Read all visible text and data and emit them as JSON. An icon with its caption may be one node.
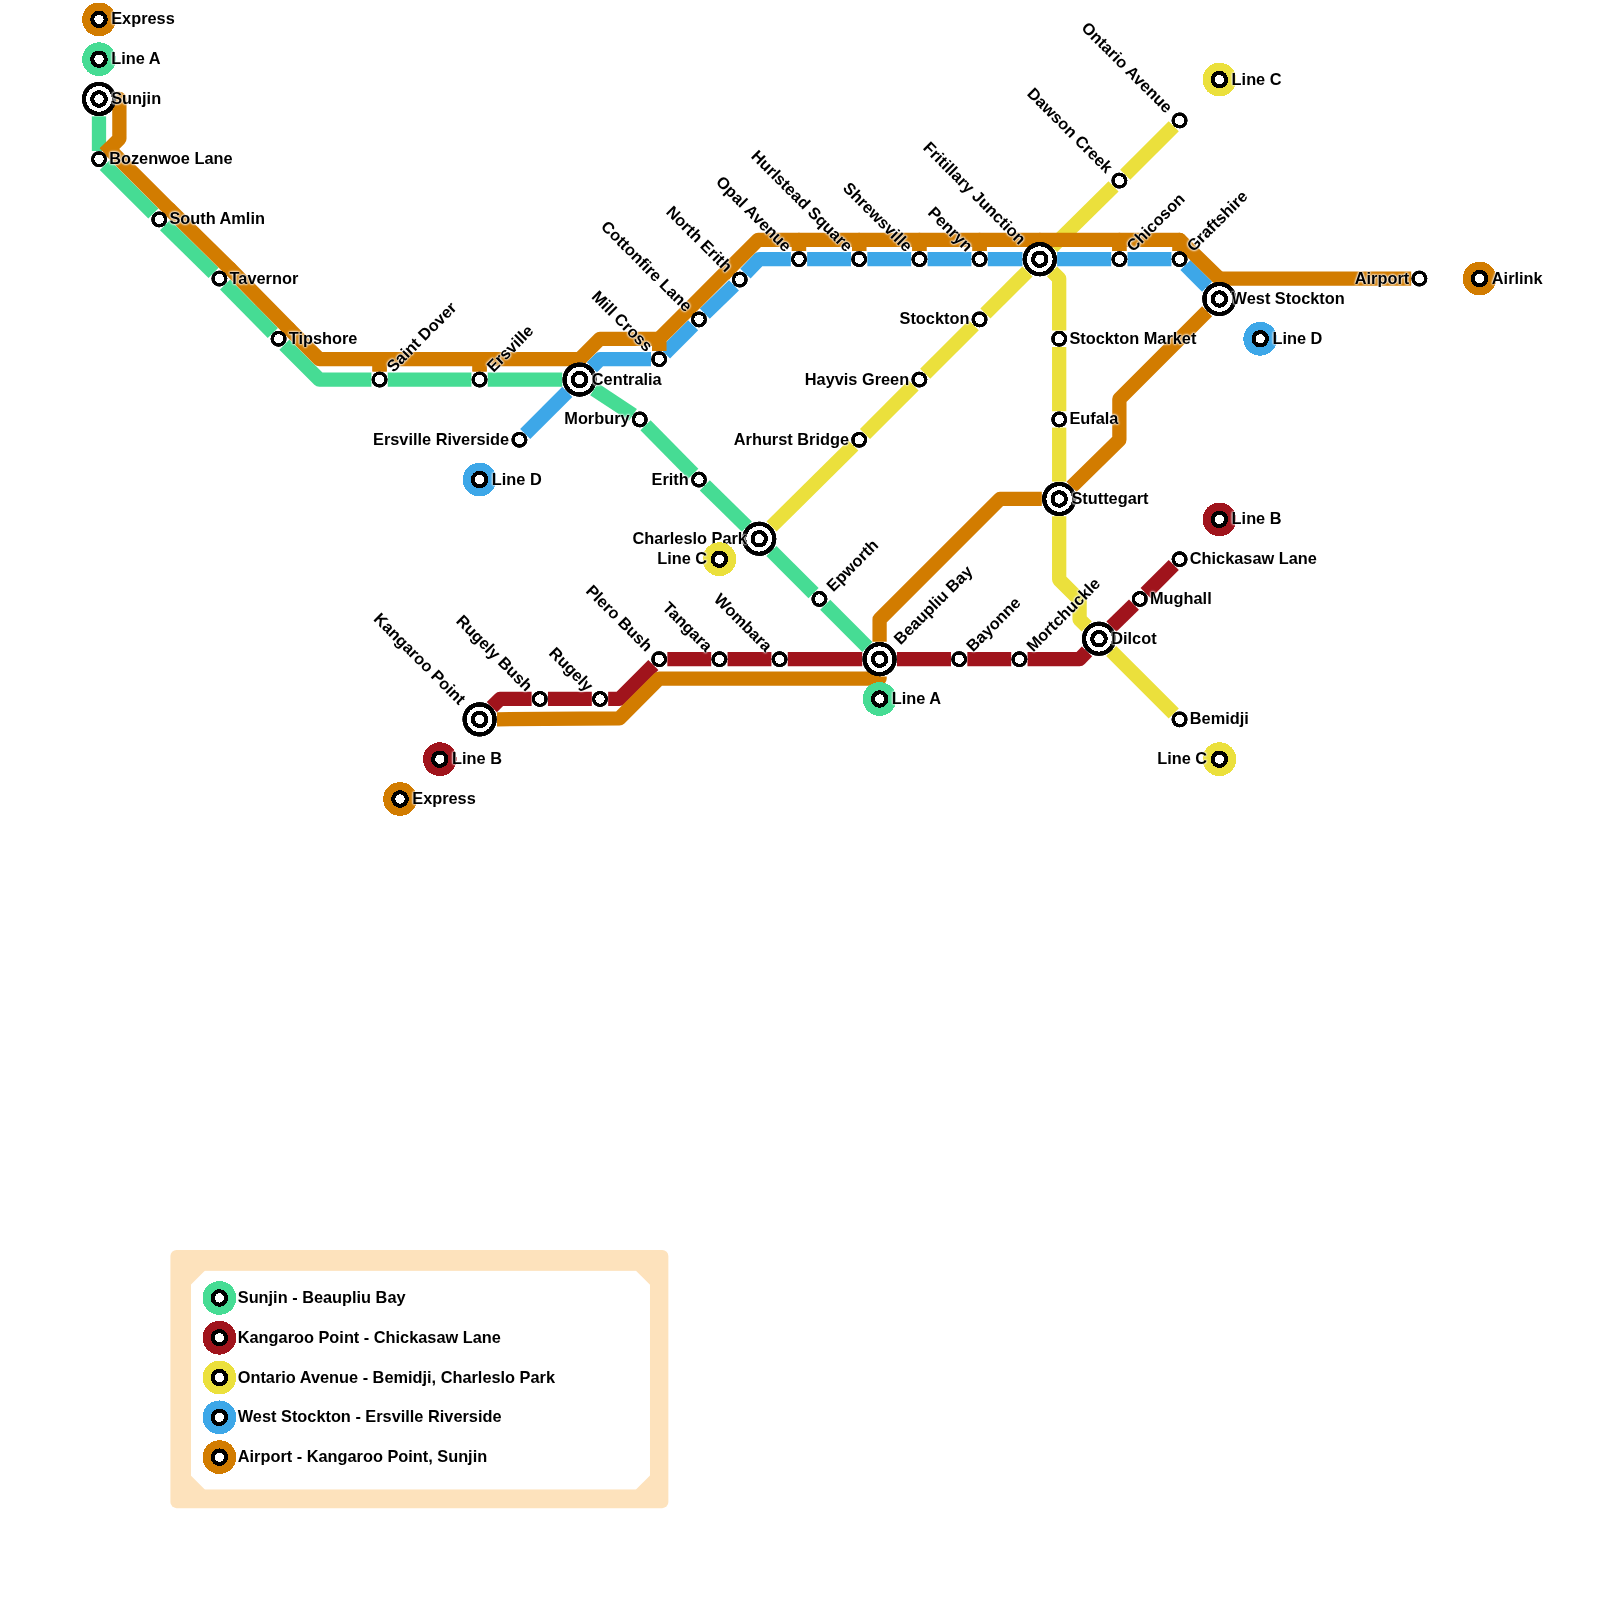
{
  "diagram": {
    "nodes": [
      {
        "text": [
          "Express"
        ]
      },
      {
        "text": [
          "Line A"
        ]
      },
      {
        "text": [
          "Sunjin"
        ]
      },
      {
        "text": [
          "Bozenwoe Lane"
        ]
      },
      {
        "text": [
          "South Amlin"
        ]
      },
      {
        "text": [
          "Tavernor"
        ]
      },
      {
        "text": [
          "Tipshore"
        ]
      },
      {
        "text": [
          "Saint Dover"
        ]
      },
      {
        "text": [
          "Ersville"
        ]
      },
      {
        "text": [
          "Centralia"
        ]
      },
      {
        "text": [
          "Ersville Riverside"
        ]
      },
      {
        "text": [
          "Line D"
        ]
      },
      {
        "text": [
          "Morbury"
        ]
      },
      {
        "text": [
          "Erith"
        ]
      },
      {
        "text": [
          "Charleslo Park"
        ]
      },
      {
        "text": [
          "Line C"
        ]
      },
      {
        "text": [
          "Epworth"
        ]
      },
      {
        "text": [
          "Beaupliu Bay"
        ]
      },
      {
        "text": [
          "Line A"
        ]
      },
      {
        "text": [
          "Mill Cross"
        ]
      },
      {
        "text": [
          "Cottonfire Lane"
        ]
      },
      {
        "text": [
          "North Erith"
        ]
      },
      {
        "text": [
          "Opal Avenue"
        ]
      },
      {
        "text": [
          "Hurlstead Square"
        ]
      },
      {
        "text": [
          "Shrewsville"
        ]
      },
      {
        "text": [
          "Penryn"
        ]
      },
      {
        "text": [
          "Fritillary Junction"
        ]
      },
      {
        "text": [
          "Chicoson"
        ]
      },
      {
        "text": [
          "Graftshire"
        ]
      },
      {
        "text": [
          "West Stockton"
        ]
      },
      {
        "text": [
          "Line D"
        ]
      },
      {
        "text": [
          "Airport"
        ]
      },
      {
        "text": [
          "Airlink"
        ]
      },
      {
        "text": [
          "Ontario Avenue"
        ]
      },
      {
        "text": [
          "Line C"
        ]
      },
      {
        "text": [
          "Dawson Creek"
        ]
      },
      {
        "text": [
          "Stockton"
        ]
      },
      {
        "text": [
          "Hayvis Green"
        ]
      },
      {
        "text": [
          "Arhurst Bridge"
        ]
      },
      {
        "text": [
          "Stockton Market"
        ]
      },
      {
        "text": [
          "Eufala"
        ]
      },
      {
        "text": [
          "Stuttegart"
        ]
      },
      {
        "text": [
          "Dilcot"
        ]
      },
      {
        "text": [
          "Bemidji"
        ]
      },
      {
        "text": [
          "Line C"
        ]
      },
      {
        "text": [
          "Mortchuckle"
        ]
      },
      {
        "text": [
          "Bayonne"
        ]
      },
      {
        "text": [
          "Mughall"
        ]
      },
      {
        "text": [
          "Chickasaw Lane"
        ]
      },
      {
        "text": [
          "Line B"
        ]
      },
      {
        "text": [
          "Kangaroo Point"
        ]
      },
      {
        "text": [
          "Line B"
        ]
      },
      {
        "text": [
          "Express"
        ]
      },
      {
        "text": [
          "Rugely Bush"
        ]
      },
      {
        "text": [
          "Rugely"
        ]
      },
      {
        "text": [
          "Plero Bush"
        ]
      },
      {
        "text": [
          "Tangara"
        ]
      },
      {
        "text": [
          "Wombara"
        ]
      }
    ],
    "edges": [
      {
        "from": 2,
        "to": 3,
        "arrow": "none",
        "color": "#46dc94"
      },
      {
        "from": 3,
        "to": 4,
        "arrow": "none",
        "color": "#46dc94"
      },
      {
        "from": 4,
        "to": 5,
        "arrow": "none",
        "color": "#46dc94"
      },
      {
        "from": 5,
        "to": 6,
        "arrow": "none",
        "color": "#46dc94"
      },
      {
        "from": 6,
        "to": 7,
        "arrow": "none",
        "color": "#46dc94"
      },
      {
        "from": 7,
        "to": 8,
        "arrow": "none",
        "color": "#46dc94"
      },
      {
        "from": 8,
        "to": 9,
        "arrow": "none",
        "color": "#46dc94"
      },
      {
        "from": 9,
        "to": 12,
        "arrow": "none",
        "color": "#46dc94"
      },
      {
        "from": 12,
        "to": 13,
        "arrow": "none",
        "color": "#46dc94"
      },
      {
        "from": 13,
        "to": 14,
        "arrow": "none",
        "color": "#46dc94"
      },
      {
        "from": 14,
        "to": 16,
        "arrow": "none",
        "color": "#46dc94"
      },
      {
        "from": 16,
        "to": 17,
        "arrow": "none",
        "color": "#46dc94"
      },
      {
        "from": 50,
        "to": 53,
        "arrow": "none",
        "color": "#a0141c"
      },
      {
        "from": 53,
        "to": 54,
        "arrow": "none",
        "color": "#a0141c"
      },
      {
        "from": 54,
        "to": 55,
        "arrow": "none",
        "color": "#a0141c"
      },
      {
        "from": 55,
        "to": 56,
        "arrow": "none",
        "color": "#a0141c"
      },
      {
        "from": 56,
        "to": 57,
        "arrow": "none",
        "color": "#a0141c"
      },
      {
        "from": 57,
        "to": 17,
        "arrow": "none",
        "color": "#a0141c"
      },
      {
        "from": 17,
        "to": 46,
        "arrow": "none",
        "color": "#a0141c"
      },
      {
        "from": 46,
        "to": 45,
        "arrow": "none",
        "color": "#a0141c"
      },
      {
        "from": 45,
        "to": 42,
        "arrow": "none",
        "color": "#a0141c"
      },
      {
        "from": 42,
        "to": 47,
        "arrow": "none",
        "color": "#a0141c"
      },
      {
        "from": 47,
        "to": 48,
        "arrow": "none",
        "color": "#a0141c"
      },
      {
        "from": 33,
        "to": 35,
        "arrow": "none",
        "color": "#ebe03c"
      },
      {
        "from": 35,
        "to": 26,
        "arrow": "none",
        "color": "#ebe03c"
      },
      {
        "from": 26,
        "to": 36,
        "arrow": "none",
        "color": "#ebe03c"
      },
      {
        "from": 36,
        "to": 37,
        "arrow": "none",
        "color": "#ebe03c"
      },
      {
        "from": 37,
        "to": 38,
        "arrow": "none",
        "color": "#ebe03c"
      },
      {
        "from": 38,
        "to": 14,
        "arrow": "none",
        "color": "#ebe03c"
      },
      {
        "from": 26,
        "to": 39,
        "arrow": "none",
        "color": "#ebe03c"
      },
      {
        "from": 39,
        "to": 40,
        "arrow": "none",
        "color": "#ebe03c"
      },
      {
        "from": 40,
        "to": 41,
        "arrow": "none",
        "color": "#ebe03c"
      },
      {
        "from": 41,
        "to": 42,
        "arrow": "none",
        "color": "#ebe03c"
      },
      {
        "from": 42,
        "to": 43,
        "arrow": "none",
        "color": "#ebe03c"
      },
      {
        "from": 29,
        "to": 28,
        "arrow": "none",
        "color": "#3da7e8"
      },
      {
        "from": 28,
        "to": 27,
        "arrow": "none",
        "color": "#3da7e8"
      },
      {
        "from": 27,
        "to": 26,
        "arrow": "none",
        "color": "#3da7e8"
      },
      {
        "from": 26,
        "to": 25,
        "arrow": "none",
        "color": "#3da7e8"
      },
      {
        "from": 25,
        "to": 24,
        "arrow": "none",
        "color": "#3da7e8"
      },
      {
        "from": 24,
        "to": 23,
        "arrow": "none",
        "color": "#3da7e8"
      },
      {
        "from": 23,
        "to": 22,
        "arrow": "none",
        "color": "#3da7e8"
      },
      {
        "from": 22,
        "to": 21,
        "arrow": "none",
        "color": "#3da7e8"
      },
      {
        "from": 21,
        "to": 20,
        "arrow": "none",
        "color": "#3da7e8"
      },
      {
        "from": 20,
        "to": 19,
        "arrow": "none",
        "color": "#3da7e8"
      },
      {
        "from": 19,
        "to": 9,
        "arrow": "none",
        "color": "#3da7e8"
      },
      {
        "from": 9,
        "to": 10,
        "arrow": "none",
        "color": "#3da7e8"
      },
      {
        "from": 31,
        "to": 29,
        "arrow": "none",
        "color": "#d27c00"
      },
      {
        "from": 29,
        "to": 41,
        "arrow": "none",
        "color": "#d27c00"
      },
      {
        "from": 41,
        "to": 17,
        "arrow": "none",
        "color": "#d27c00"
      },
      {
        "from": 17,
        "to": 50,
        "arrow": "none",
        "color": "#d27c00"
      },
      {
        "from": 29,
        "to": 28,
        "arrow": "none",
        "color": "#d27c00"
      },
      {
        "from": 28,
        "to": 27,
        "arrow": "none",
        "color": "#d27c00"
      },
      {
        "from": 27,
        "to": 26,
        "arrow": "none",
        "color": "#d27c00"
      },
      {
        "from": 26,
        "to": 25,
        "arrow": "none",
        "color": "#d27c00"
      },
      {
        "from": 25,
        "to": 24,
        "arrow": "none",
        "color": "#d27c00"
      },
      {
        "from": 24,
        "to": 23,
        "arrow": "none",
        "color": "#d27c00"
      },
      {
        "from": 23,
        "to": 22,
        "arrow": "none",
        "color": "#d27c00"
      },
      {
        "from": 22,
        "to": 21,
        "arrow": "none",
        "color": "#d27c00"
      },
      {
        "from": 21,
        "to": 20,
        "arrow": "none",
        "color": "#d27c00"
      },
      {
        "from": 20,
        "to": 19,
        "arrow": "none",
        "color": "#d27c00"
      },
      {
        "from": 19,
        "to": 9,
        "arrow": "none",
        "color": "#d27c00"
      },
      {
        "from": 9,
        "to": 8,
        "arrow": "none",
        "color": "#d27c00"
      },
      {
        "from": 8,
        "to": 7,
        "arrow": "none",
        "color": "#d27c00"
      },
      {
        "from": 7,
        "to": 6,
        "arrow": "none",
        "color": "#d27c00"
      },
      {
        "from": 6,
        "to": 5,
        "arrow": "none",
        "color": "#d27c00"
      },
      {
        "from": 5,
        "to": 4,
        "arrow": "none",
        "color": "#d27c00"
      },
      {
        "from": 4,
        "to": 3,
        "arrow": "none",
        "color": "#d27c00"
      },
      {
        "from": 3,
        "to": 2,
        "arrow": "none",
        "color": "#d27c00"
      }
    ],
    "legend": [
      {
        "text": "Sunjin - Beaupliu Bay",
        "color": "#46dc94"
      },
      {
        "text": "Kangaroo Point - Chickasaw Lane",
        "color": "#a0141c"
      },
      {
        "text": "Ontario Avenue - Bemidji, Charleslo Park",
        "color": "#ebe03c"
      },
      {
        "text": "West Stockton - Ersville Riverside",
        "color": "#3da7e8"
      },
      {
        "text": "Airport - Kangaroo Point, Sunjin",
        "color": "#d27c00"
      }
    ]
  }
}
